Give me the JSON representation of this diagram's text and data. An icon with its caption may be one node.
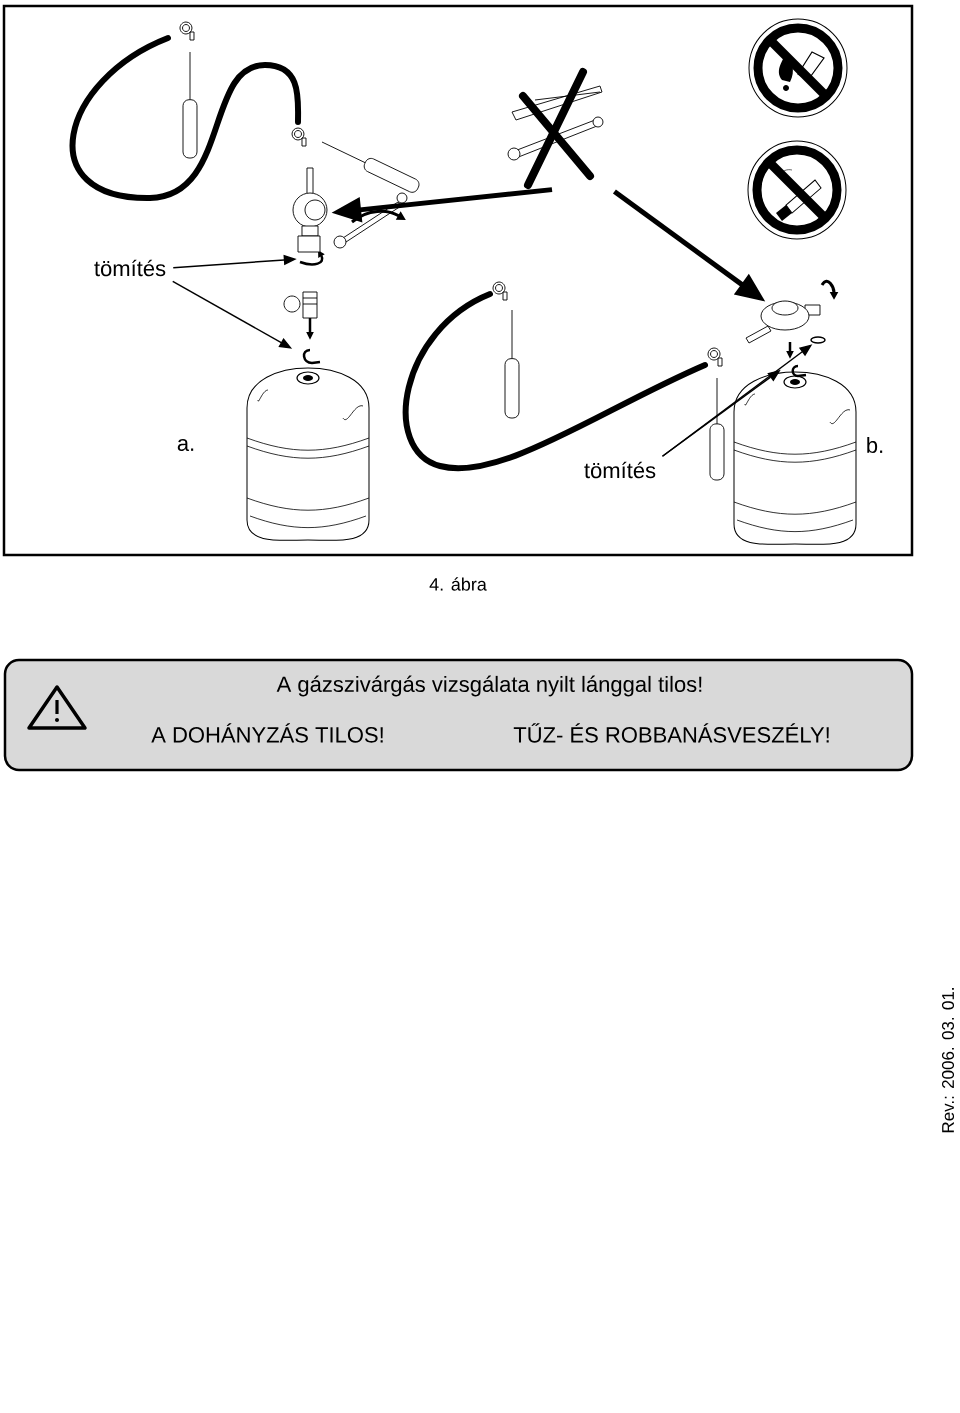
{
  "diagram": {
    "caption": "4. ábra",
    "nodes": [
      {
        "text": [
          "tömítés"
        ]
      },
      {
        "text": [],
        "shape": "picture"
      },
      {
        "text": [],
        "shape": "picture"
      },
      {
        "text": [],
        "shape": "picture"
      },
      {
        "text": [],
        "shape": "picture"
      },
      {
        "text": [],
        "shape": "picture"
      },
      {
        "text": [
          "tömítés"
        ]
      },
      {
        "text": [],
        "shape": "picture"
      },
      {
        "text": [],
        "shape": "picture"
      },
      {
        "text": [
          "A gázszivárgás vizsgálata nyilt lánggal tilos!",
          "A DOHÁNYZÁS TILOS!",
          "TŰZ- ÉS ROBBANÁSVESZÉLY!"
        ]
      }
    ],
    "edges": [
      {
        "from": 0,
        "to": 1,
        "arrow": "to"
      },
      {
        "from": 0,
        "to": 2,
        "arrow": "to"
      },
      {
        "from": 3,
        "to": 4,
        "arrow": "to",
        "style": "thick"
      },
      {
        "from": 3,
        "to": 5,
        "arrow": "to",
        "style": "thick"
      },
      {
        "from": 6,
        "to": 7,
        "arrow": "to"
      },
      {
        "from": 6,
        "to": 8,
        "arrow": "to"
      }
    ],
    "labels": [
      "a.",
      "b.",
      "Rev.: 2006. 03. 01."
    ]
  }
}
